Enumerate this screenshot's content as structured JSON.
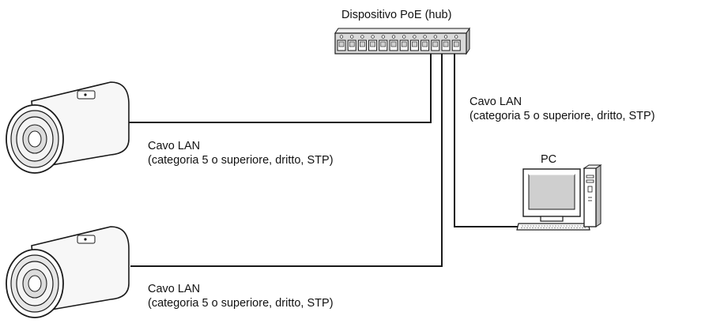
{
  "hub": {
    "label": "Dispositivo PoE (hub)",
    "port_count": 12
  },
  "pc": {
    "label": "PC"
  },
  "cables": [
    {
      "id": "camera1",
      "name": "Cavo LAN",
      "spec": "(categoria 5 o superiore, dritto, STP)"
    },
    {
      "id": "pc",
      "name": "Cavo LAN",
      "spec": "(categoria 5 o superiore, dritto, STP)"
    },
    {
      "id": "camera2",
      "name": "Cavo LAN",
      "spec": "(categoria 5 o superiore, dritto, STP)"
    }
  ],
  "colors": {
    "line": "#1a1a1a",
    "hub_body": "#d9d9d9",
    "camera_body": "#f7f7f7",
    "camera_lens_rings": "#e6e6e6",
    "screen": "#cfcfcf"
  }
}
